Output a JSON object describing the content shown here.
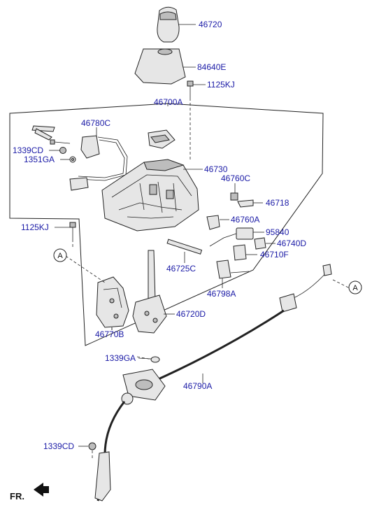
{
  "labels": {
    "knob": "46720",
    "boot": "84640E",
    "bolt_top": "1125KJ",
    "assembly": "46700A",
    "bracket_left": "46780C",
    "nut_1339cd_upper": "1339CD",
    "washer_1351ga": "1351GA",
    "lever_body": "46730",
    "clip_46760c": "46760C",
    "pin_46718": "46718",
    "bolt_left": "1125KJ",
    "sensor_46760a": "46760A",
    "switch_95840": "95840",
    "cover_46740d": "46740D",
    "bracket_46710f": "46710F",
    "shaft_46725c": "46725C",
    "bracket_46798a": "46798A",
    "lever_46720d": "46720D",
    "housing_46770b": "46770B",
    "washer_1339ga": "1339GA",
    "cable_46790a": "46790A",
    "nut_1339cd_lower": "1339CD"
  },
  "reference_marks": {
    "left": "A",
    "right": "A"
  },
  "direction_label": "FR."
}
